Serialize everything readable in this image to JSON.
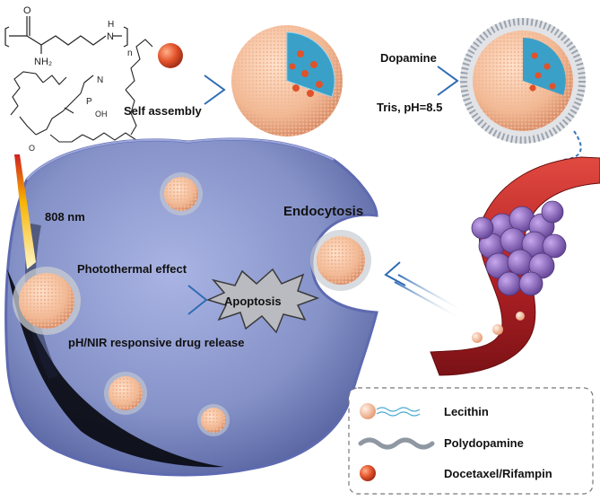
{
  "chem_labels": {
    "polymer_o": "O",
    "polymer_nh2": "NH₂",
    "polymer_nh": "N",
    "polymer_h": "H",
    "polymer_n": "n",
    "lecithin_n": "N",
    "lecithin_p": "P",
    "lecithin_oh": "OH",
    "lecithin_o": "O"
  },
  "labels": {
    "self_assembly": "Self assembly",
    "dopamine": "Dopamine",
    "tris": "Tris, pH=8.5",
    "laser": "808 nm",
    "endocytosis": "Endocytosis",
    "photothermal": "Photothermal effect",
    "apoptosis": "Apoptosis",
    "drug_release": "pH/NIR responsive drug release"
  },
  "legend": {
    "items": [
      {
        "label": "Lecithin",
        "icon": "lecithin-icon"
      },
      {
        "label": "Polydopamine",
        "icon": "polydopamine-icon"
      },
      {
        "label": "Docetaxel/Rifampin",
        "icon": "drug-icon"
      }
    ]
  },
  "colors": {
    "shell": "#f2b894",
    "core": "#3aa0c8",
    "drug": "#e0522a",
    "cell": "#8a96c8",
    "arrow": "#3a78b8",
    "vessel": "#c0282a",
    "tumor": "#8e6ab8"
  }
}
